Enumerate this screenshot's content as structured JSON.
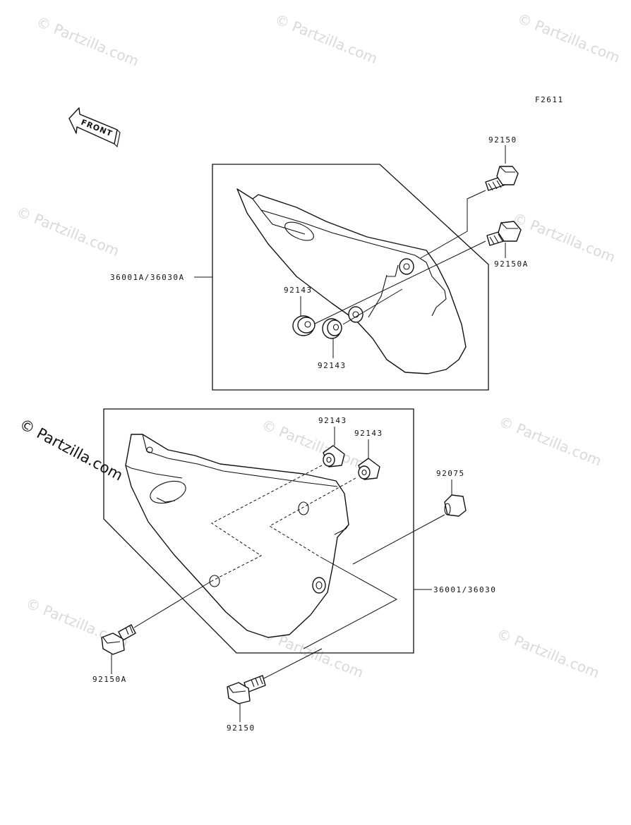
{
  "figure_code": "F2611",
  "front_label": "FRONT",
  "watermark": "© Partzilla.com",
  "callouts": {
    "bolt_top": "92150",
    "bolt_top_a": "92150A",
    "cover_upper": "36001A/36030A",
    "grommet_upper_left": "92143",
    "grommet_upper_bottom": "92143",
    "grommet_lower_left": "92143",
    "grommet_lower_right": "92143",
    "cap": "92075",
    "cover_lower": "36001/36030",
    "bolt_lower_a": "92150A",
    "bolt_lower": "92150"
  }
}
